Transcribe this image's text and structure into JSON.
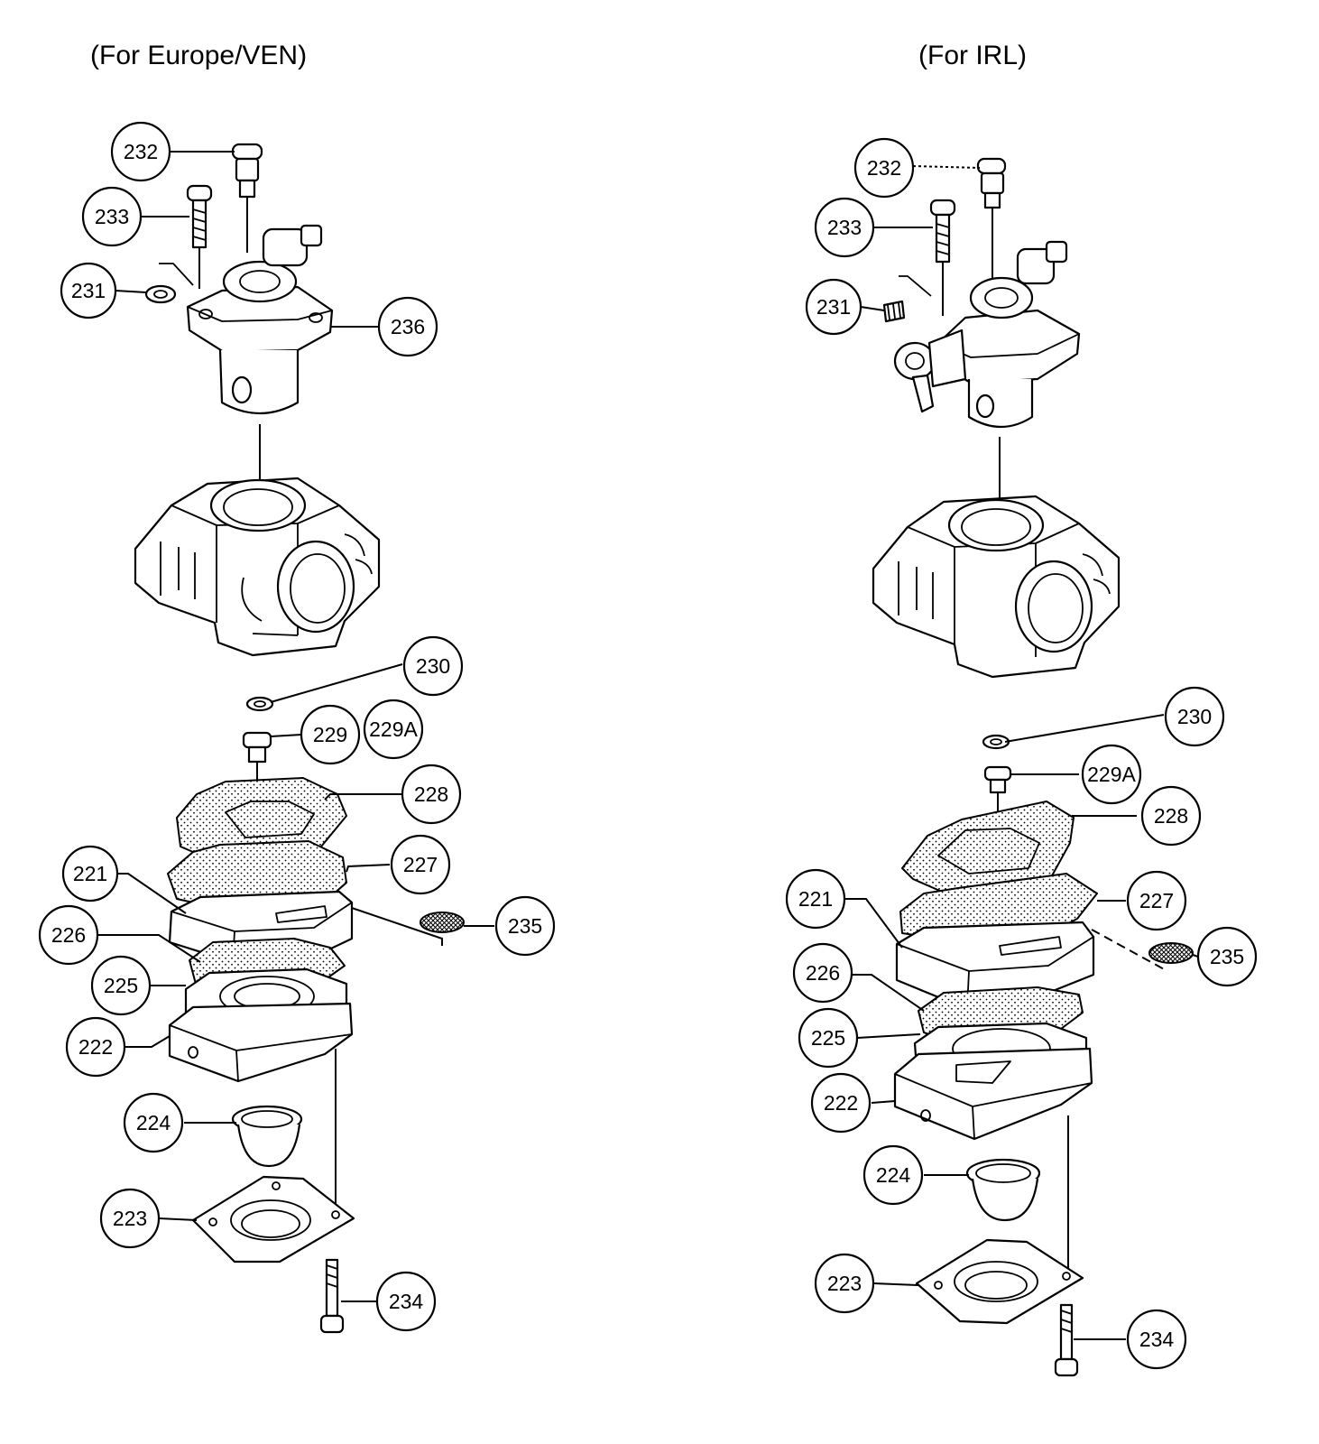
{
  "titles": {
    "left": "(For Europe/VEN)",
    "right": "(For IRL)"
  },
  "callouts_left": [
    "232",
    "233",
    "231",
    "236",
    "230",
    "229",
    "229A",
    "228",
    "227",
    "221",
    "235",
    "226",
    "225",
    "222",
    "224",
    "223",
    "234"
  ],
  "callouts_right": [
    "232",
    "233",
    "231",
    "230",
    "229A",
    "228",
    "221",
    "227",
    "235",
    "226",
    "225",
    "222",
    "224",
    "223",
    "234"
  ]
}
